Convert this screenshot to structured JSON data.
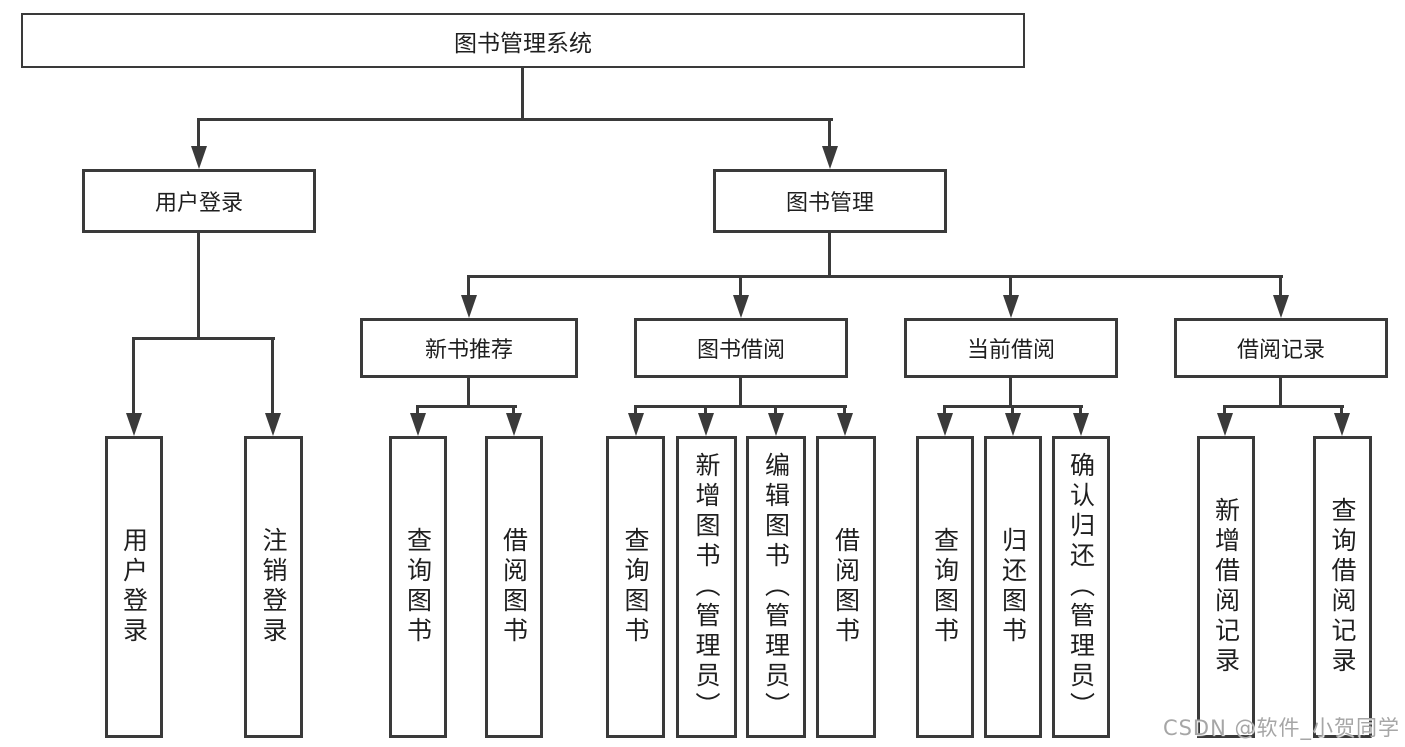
{
  "tree": {
    "root": "图书管理系统",
    "branches": [
      {
        "label": "用户登录",
        "children": [
          "用户登录",
          "注销登录"
        ]
      },
      {
        "label": "图书管理",
        "groups": [
          {
            "label": "新书推荐",
            "children": [
              "查询图书",
              "借阅图书"
            ]
          },
          {
            "label": "图书借阅",
            "children": [
              "查询图书",
              "新增图书（管理员）",
              "编辑图书（管理员）",
              "借阅图书"
            ]
          },
          {
            "label": "当前借阅",
            "children": [
              "查询图书",
              "归还图书",
              "确认归还（管理员）"
            ]
          },
          {
            "label": "借阅记录",
            "children": [
              "新增借阅记录",
              "查询借阅记录"
            ]
          }
        ]
      }
    ]
  },
  "watermark": "CSDN @软件_小贺同学",
  "colors": {
    "line": "#3a3a3a",
    "text": "#1f1f1f",
    "background": "#ffffff",
    "watermark": "#a6a6a6"
  }
}
